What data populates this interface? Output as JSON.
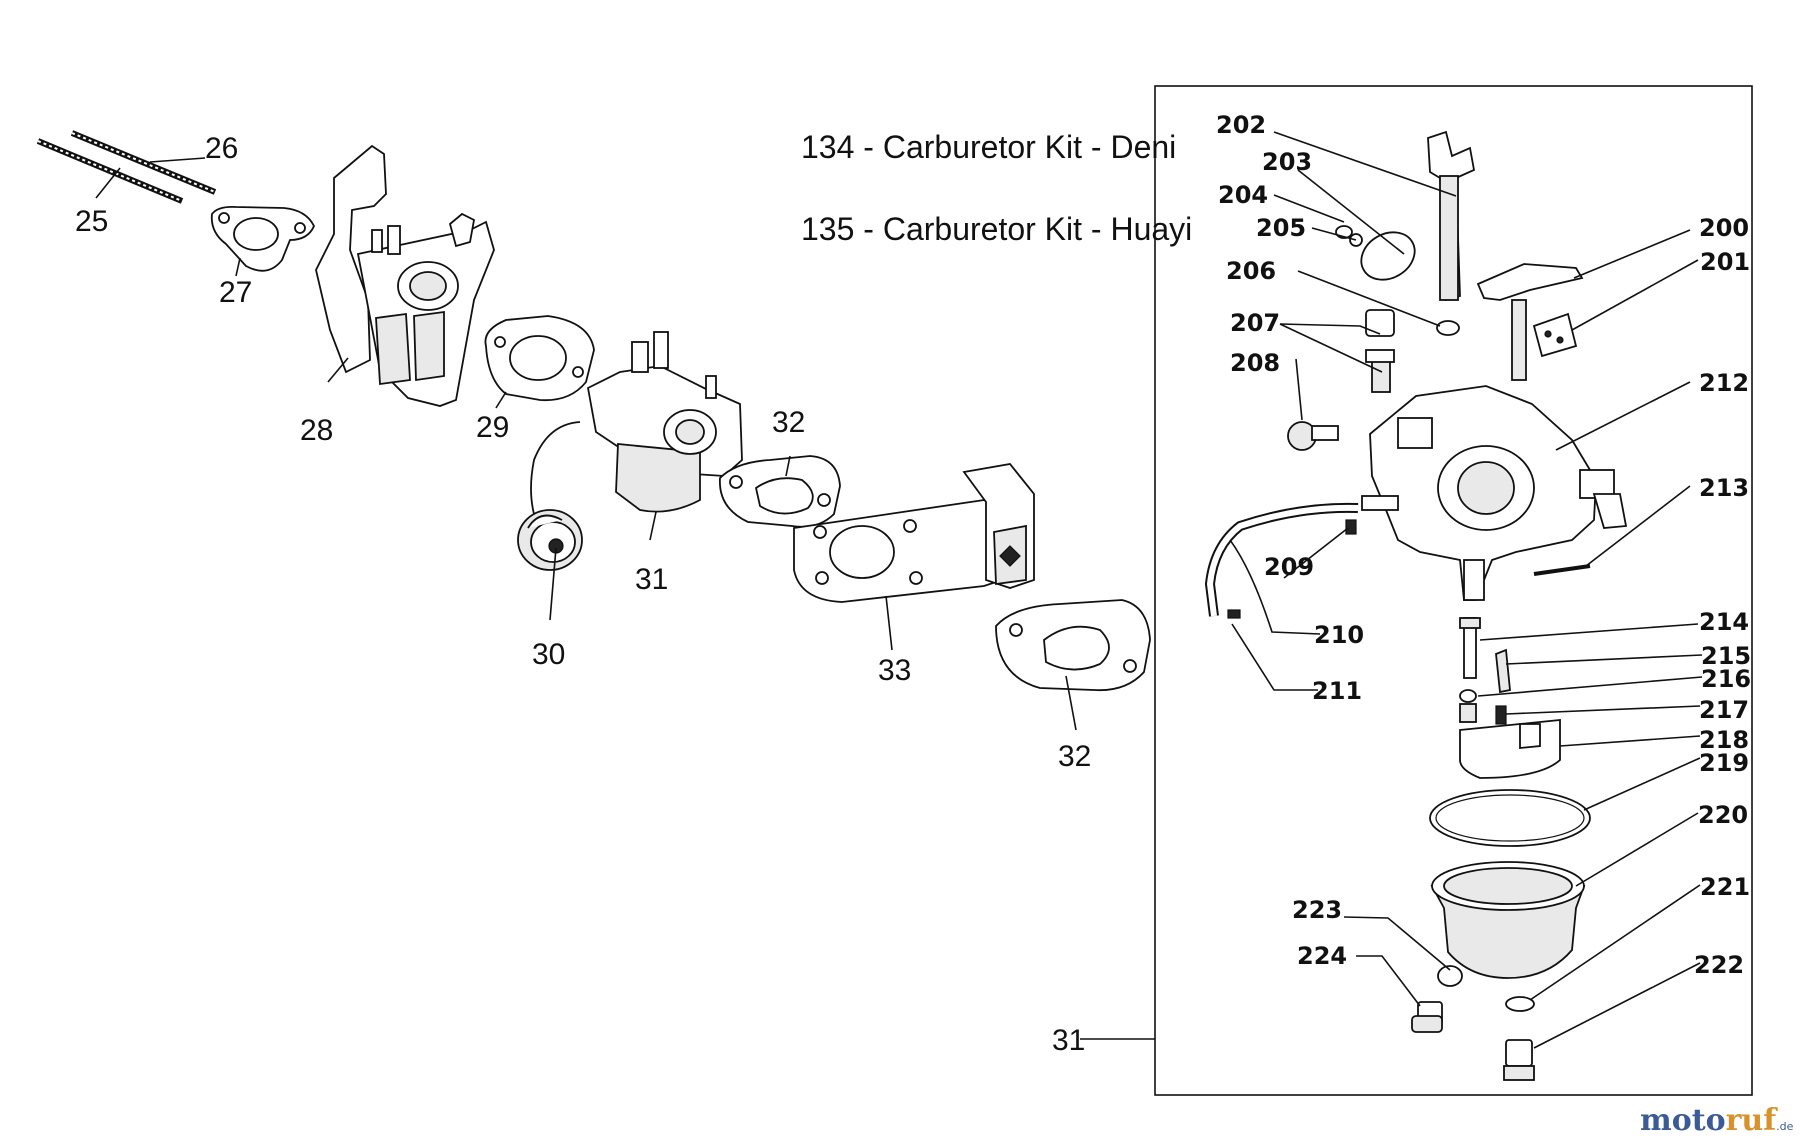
{
  "kits": [
    {
      "text": "134 - Carburetor Kit - Deni"
    },
    {
      "text": "135 - Carburetor Kit - Huayi"
    }
  ],
  "left_labels": {
    "p25": "25",
    "p26": "26",
    "p27": "27",
    "p28": "28",
    "p29": "29",
    "p30": "30",
    "p31": "31",
    "p32a": "32",
    "p32b": "32",
    "p33": "33"
  },
  "detail_labels": {
    "p31": "31",
    "p200": "200",
    "p201": "201",
    "p202": "202",
    "p203": "203",
    "p204": "204",
    "p205": "205",
    "p206": "206",
    "p207": "207",
    "p208": "208",
    "p209": "209",
    "p210": "210",
    "p211": "211",
    "p212": "212",
    "p213": "213",
    "p214": "214",
    "p215": "215",
    "p216": "216",
    "p217": "217",
    "p218": "218",
    "p219": "219",
    "p220": "220",
    "p221": "221",
    "p222": "222",
    "p223": "223",
    "p224": "224"
  },
  "watermark": {
    "part1": "moto",
    "part2": "ruf",
    "suffix": ".de"
  }
}
